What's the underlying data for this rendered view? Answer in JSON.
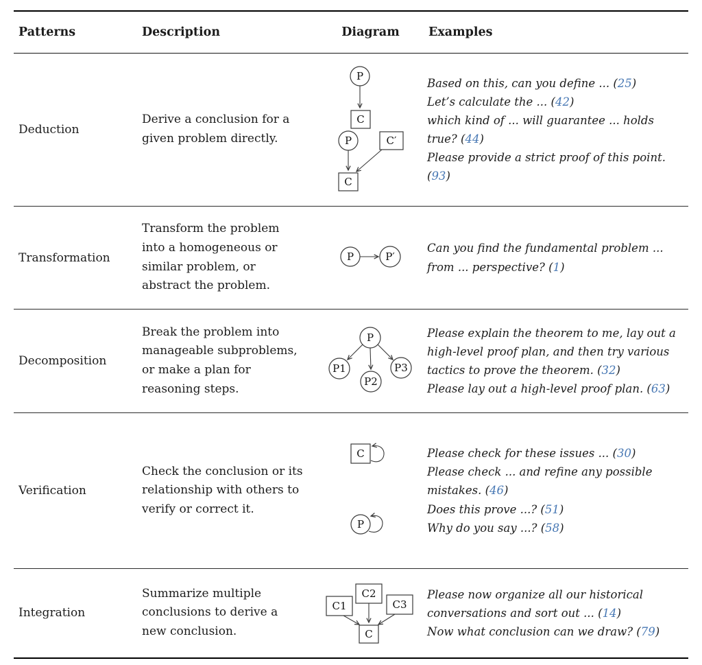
{
  "table": {
    "accent_color": "#4878b4",
    "headers": {
      "patterns": "Patterns",
      "description": "Description",
      "diagram": "Diagram",
      "examples": "Examples"
    },
    "rows": [
      {
        "pattern": "Deduction",
        "description": "Derive a conclusion for a given problem directly.",
        "diagram": {
          "type": "deduction",
          "nodes": {
            "top_problem": "P",
            "top_conclusion": "C",
            "problem": "P",
            "prior_conclusion": "C′",
            "conclusion": "C"
          }
        },
        "examples": [
          {
            "text": "Based on this, can you define ...",
            "ref": "25"
          },
          {
            "text": "Let’s calculate the ...",
            "ref": "42"
          },
          {
            "text": "which kind of ... will guarantee ... holds true?",
            "ref": "44"
          },
          {
            "text": "Please provide a strict proof of this point.",
            "ref": "93"
          }
        ]
      },
      {
        "pattern": "Transformation",
        "description": "Transform the problem into a homogeneous or similar problem, or abstract the problem.",
        "diagram": {
          "type": "transformation",
          "nodes": {
            "problem": "P",
            "transformed_problem": "P′"
          }
        },
        "examples": [
          {
            "text": "Can you find the fundamental problem ... from ... perspective?",
            "ref": "1"
          }
        ]
      },
      {
        "pattern": "Decomposition",
        "description": "Break the problem into manageable subproblems, or make a plan for reasoning steps.",
        "diagram": {
          "type": "decomposition",
          "nodes": {
            "problem": "P",
            "sub1": "P1",
            "sub2": "P2",
            "sub3": "P3"
          }
        },
        "examples": [
          {
            "text": "Please explain the theorem to me, lay out a high-level proof plan, and then try various tactics to prove the theorem.",
            "ref": "32"
          },
          {
            "text": "Please lay out a high-level proof plan.",
            "ref": "63"
          }
        ]
      },
      {
        "pattern": "Verification",
        "description": "Check the conclusion or its relationship with others to verify or correct it.",
        "diagram": {
          "type": "verification",
          "nodes": {
            "conclusion": "C",
            "problem": "P"
          }
        },
        "examples": [
          {
            "text": "Please check for these issues ...",
            "ref": "30"
          },
          {
            "text": "Please check ... and refine any possible mistakes.",
            "ref": "46"
          },
          {
            "text": "Does this prove ...?",
            "ref": "51"
          },
          {
            "text": "Why do you say ...?",
            "ref": "58"
          }
        ]
      },
      {
        "pattern": "Integration",
        "description": "Summarize multiple conclusions to derive a new conclusion.",
        "diagram": {
          "type": "integration",
          "nodes": {
            "c1": "C1",
            "c2": "C2",
            "c3": "C3",
            "conclusion": "C"
          }
        },
        "examples": [
          {
            "text": "Please now organize all our historical conversations and sort out ...",
            "ref": "14"
          },
          {
            "text": "Now what conclusion can we draw?",
            "ref": "79"
          }
        ]
      }
    ]
  }
}
